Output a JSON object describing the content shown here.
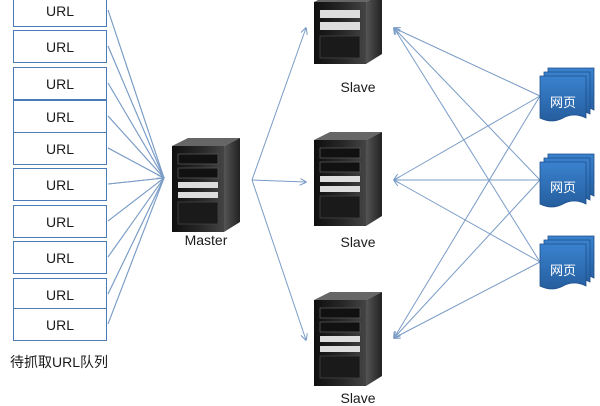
{
  "url_queue": {
    "items": [
      "URL",
      "URL",
      "URL",
      "URL",
      "URL",
      "URL",
      "URL",
      "URL",
      "URL",
      "URL"
    ],
    "caption": "待抓取URL队列"
  },
  "master": {
    "label": "Master"
  },
  "slaves": [
    {
      "label": "Slave"
    },
    {
      "label": "Slave"
    },
    {
      "label": "Slave"
    }
  ],
  "pages": [
    {
      "label": "网页"
    },
    {
      "label": "网页"
    },
    {
      "label": "网页"
    }
  ],
  "colors": {
    "arrow": "#7a9cc6",
    "queue_border": "#4a7cb8",
    "page_fill": "#2e6db4",
    "page_border": "#1f4f8a",
    "server_dark": "#1c1c1c"
  }
}
